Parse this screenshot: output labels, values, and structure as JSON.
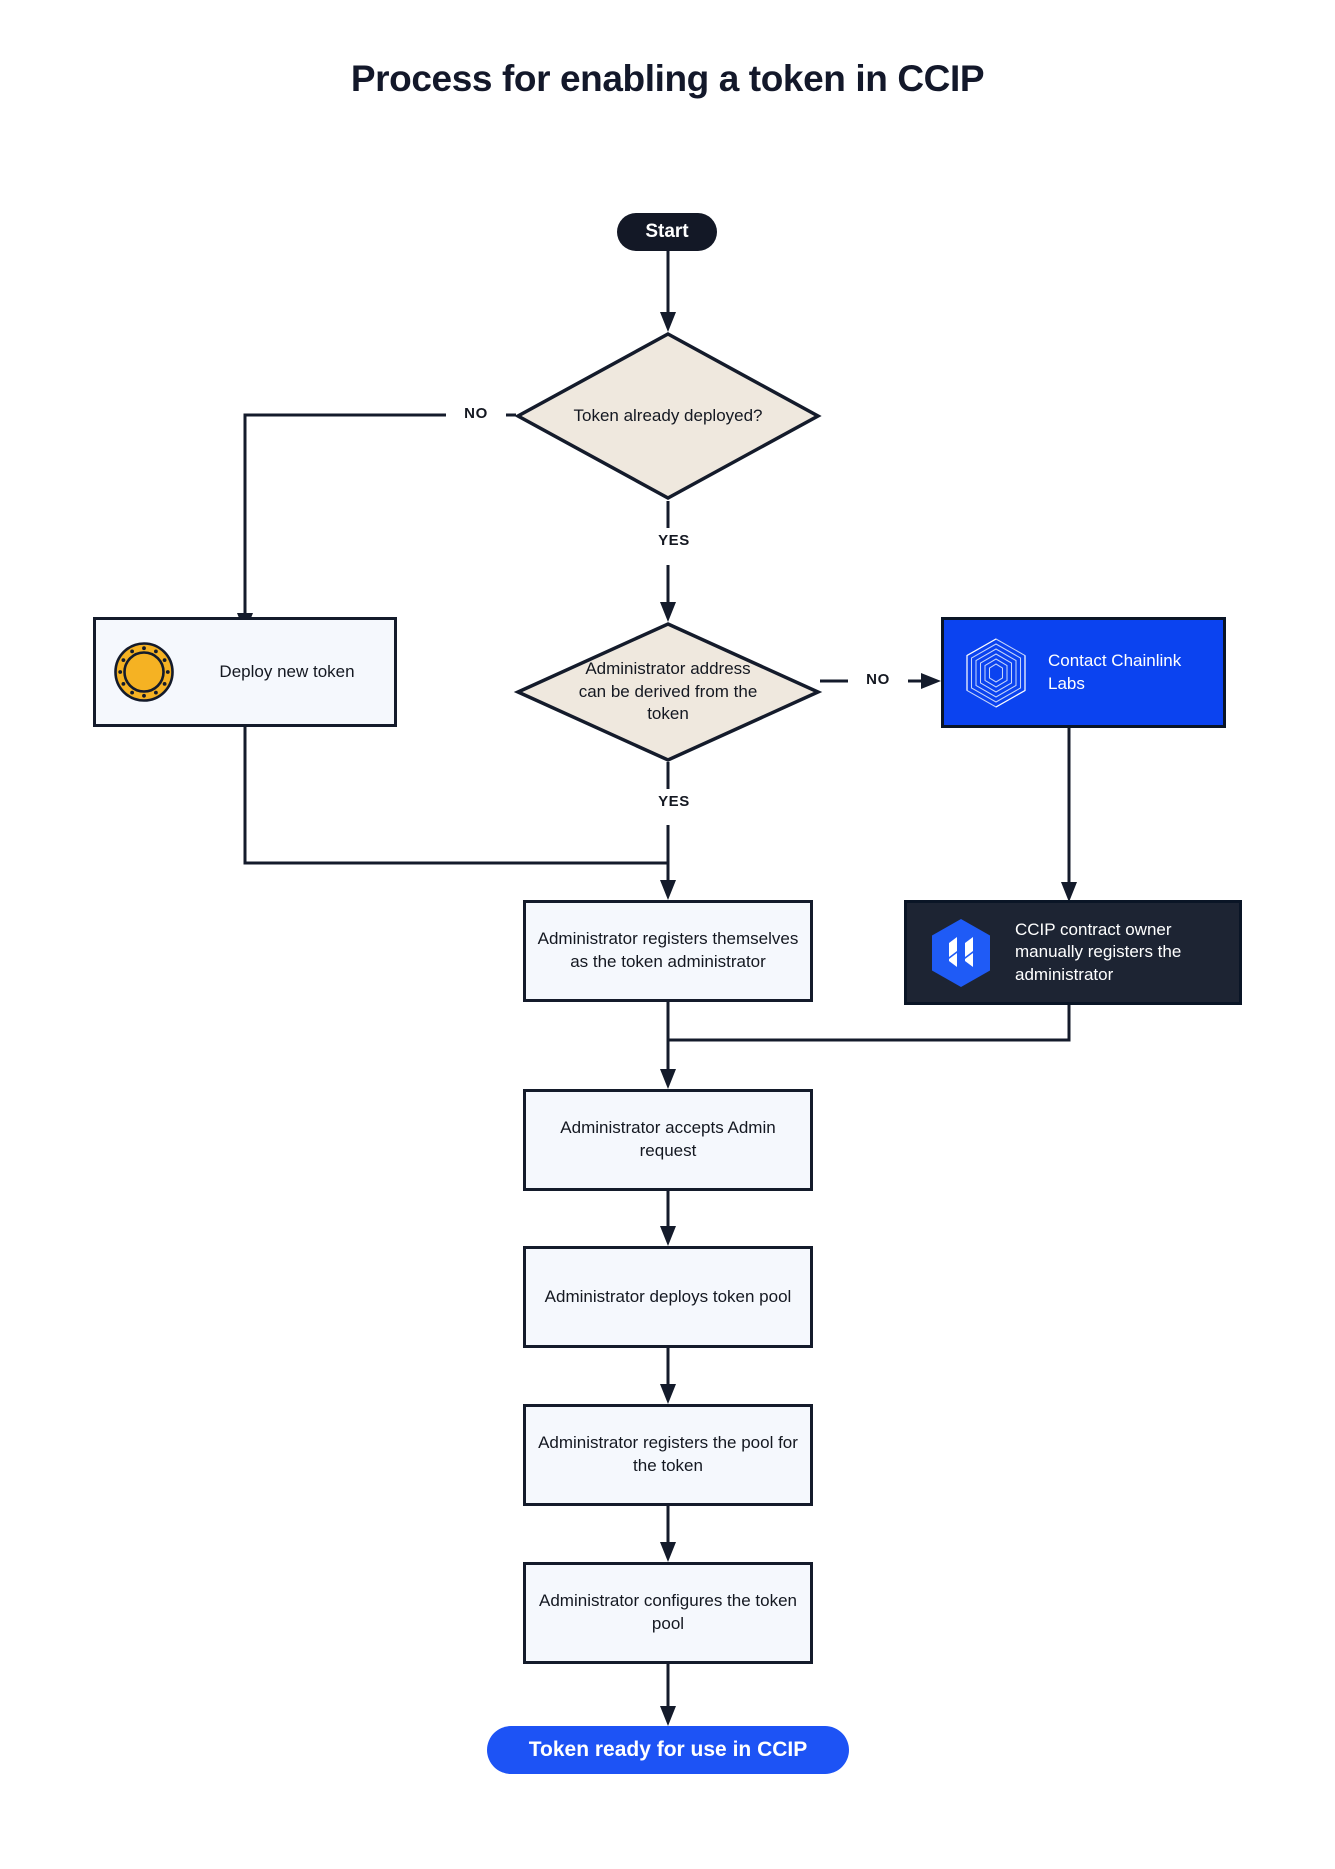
{
  "title": "Process for enabling a token in CCIP",
  "colors": {
    "dark_navy": "#131826",
    "accent_blue": "#1D53F5",
    "box_blue": "#0B43F0",
    "box_dark": "#1D2433",
    "diamond_fill": "#EFE8DE",
    "box_fill": "#F5F8FD",
    "stroke": "#141B2B",
    "coin_gold": "#F5B223"
  },
  "nodes": {
    "start": {
      "label": "Start",
      "type": "terminator"
    },
    "decision_deployed": {
      "label": "Token already deployed?",
      "type": "decision"
    },
    "deploy_new_token": {
      "label": "Deploy new token",
      "type": "process",
      "icon": "gold-coin-icon"
    },
    "decision_admin_derived": {
      "label": "Administrator address can be derived from the token",
      "type": "decision"
    },
    "contact_chainlink": {
      "label": "Contact Chainlink Labs",
      "type": "process",
      "icon": "chainlink-logo-icon"
    },
    "admin_registers_self": {
      "label": "Administrator registers themselves as the token administrator",
      "type": "process"
    },
    "ccip_owner_registers": {
      "label": "CCIP contract owner manually registers the administrator",
      "type": "process",
      "icon": "ccip-hexagon-icon"
    },
    "admin_accepts": {
      "label": "Administrator accepts Admin request",
      "type": "process"
    },
    "admin_deploys_pool": {
      "label": "Administrator deploys token pool",
      "type": "process"
    },
    "admin_registers_pool": {
      "label": "Administrator registers the pool for the token",
      "type": "process"
    },
    "admin_configures_pool": {
      "label": "Administrator configures the token pool",
      "type": "process"
    },
    "end": {
      "label": "Token ready for use in CCIP",
      "type": "terminator"
    }
  },
  "edge_labels": {
    "deployed_no": "NO",
    "deployed_yes": "YES",
    "derived_no": "NO",
    "derived_yes": "YES"
  }
}
